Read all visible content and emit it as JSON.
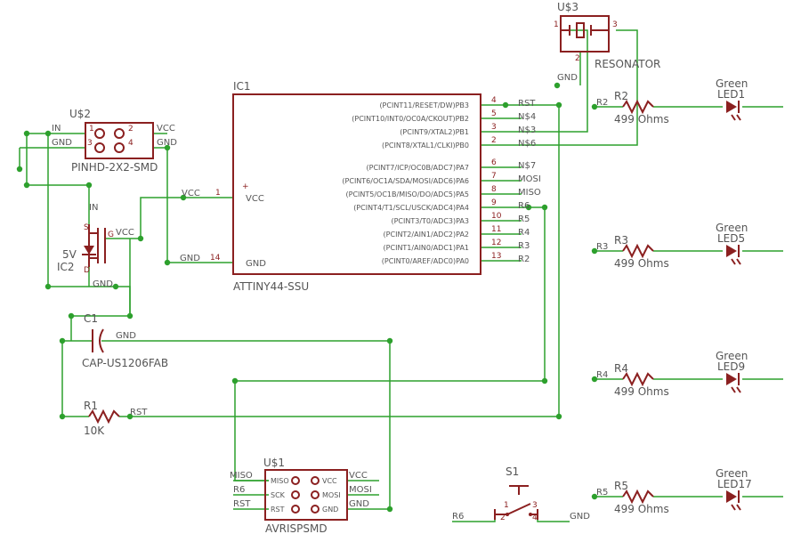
{
  "ic1": {
    "name": "IC1",
    "part": "ATTINY44-SSU",
    "vcc_pin": "VCC",
    "gnd_pin": "GND",
    "vcc_num": "1",
    "gnd_num": "14",
    "pins": [
      {
        "label": "(PCINT11/RESET/DW)PB3",
        "num": "4",
        "net": "RST"
      },
      {
        "label": "(PCINT10/INT0/OC0A/CKOUT)PB2",
        "num": "5",
        "net": "N$4"
      },
      {
        "label": "(PCINT9/XTAL2)PB1",
        "num": "3",
        "net": "N$3"
      },
      {
        "label": "(PCINT8/XTAL1/CLKI)PB0",
        "num": "2",
        "net": "N$6"
      },
      {
        "label": "(PCINT7/ICP/OC0B/ADC7)PA7",
        "num": "6",
        "net": "N$7"
      },
      {
        "label": "(PCINT6/OC1A/SDA/MOSI/ADC6)PA6",
        "num": "7",
        "net": "MOSI"
      },
      {
        "label": "(PCINT5/OC1B/MISO/DO/ADC5)PA5",
        "num": "8",
        "net": "MISO"
      },
      {
        "label": "(PCINT4/T1/SCL/USCK/ADC4)PA4",
        "num": "9",
        "net": "R6"
      },
      {
        "label": "(PCINT3/T0/ADC3)PA3",
        "num": "10",
        "net": "R5"
      },
      {
        "label": "(PCINT2/AIN1/ADC2)PA2",
        "num": "11",
        "net": "R4"
      },
      {
        "label": "(PCINT1/AIN0/ADC1)PA1",
        "num": "12",
        "net": "R3"
      },
      {
        "label": "(PCINT0/AREF/ADC0)PA0",
        "num": "13",
        "net": "R2"
      }
    ]
  },
  "u2": {
    "name": "U$2",
    "part": "PINHD-2X2-SMD",
    "pin1": "1",
    "pin2": "2",
    "pin3": "3",
    "pin4": "4",
    "net_in": "IN",
    "net_gnd": "GND",
    "net_vcc": "VCC",
    "net_gnd2": "GND"
  },
  "ic2": {
    "name": "IC2",
    "value": "5V",
    "pin_in": "S",
    "pin_out": "G",
    "pin_gnd": "D",
    "net_in": "IN",
    "net_vcc": "VCC",
    "net_gnd": "GND"
  },
  "vcc_net": {
    "label": "VCC",
    "pin": "1"
  },
  "gnd_net": {
    "label": "GND",
    "pin": "14"
  },
  "c1": {
    "name": "C1",
    "part": "CAP-US1206FAB",
    "net": "GND"
  },
  "r1": {
    "name": "R1",
    "value": "10K",
    "net": "RST"
  },
  "u3": {
    "name": "U$3",
    "part": "RESONATOR",
    "pin1": "1",
    "pin2": "2",
    "pin3": "3",
    "net": "GND"
  },
  "leds": [
    {
      "res_name": "R2",
      "res_value": "499 Ohms",
      "net": "R2",
      "led_color": "Green",
      "led_name": "LED1"
    },
    {
      "res_name": "R3",
      "res_value": "499 Ohms",
      "net": "R3",
      "led_color": "Green",
      "led_name": "LED5"
    },
    {
      "res_name": "R4",
      "res_value": "499 Ohms",
      "net": "R4",
      "led_color": "Green",
      "led_name": "LED9"
    },
    {
      "res_name": "R5",
      "res_value": "499 Ohms",
      "net": "R5",
      "led_color": "Green",
      "led_name": "LED17"
    }
  ],
  "u1": {
    "name": "U$1",
    "part": "AVRISPSMD",
    "pins_left": [
      "MISO",
      "SCK",
      "RST"
    ],
    "pins_right": [
      "VCC",
      "MOSI",
      "GND"
    ],
    "nets_left": [
      "MISO",
      "R6",
      "RST"
    ],
    "nets_right": [
      "VCC",
      "MOSI",
      "GND"
    ]
  },
  "s1": {
    "name": "S1",
    "pins": [
      "1",
      "2",
      "3",
      "4"
    ],
    "net_left": "R6",
    "net_right": "GND"
  },
  "colors": {
    "wire": "#2da02d",
    "part": "#8b2020",
    "label": "#555555"
  }
}
